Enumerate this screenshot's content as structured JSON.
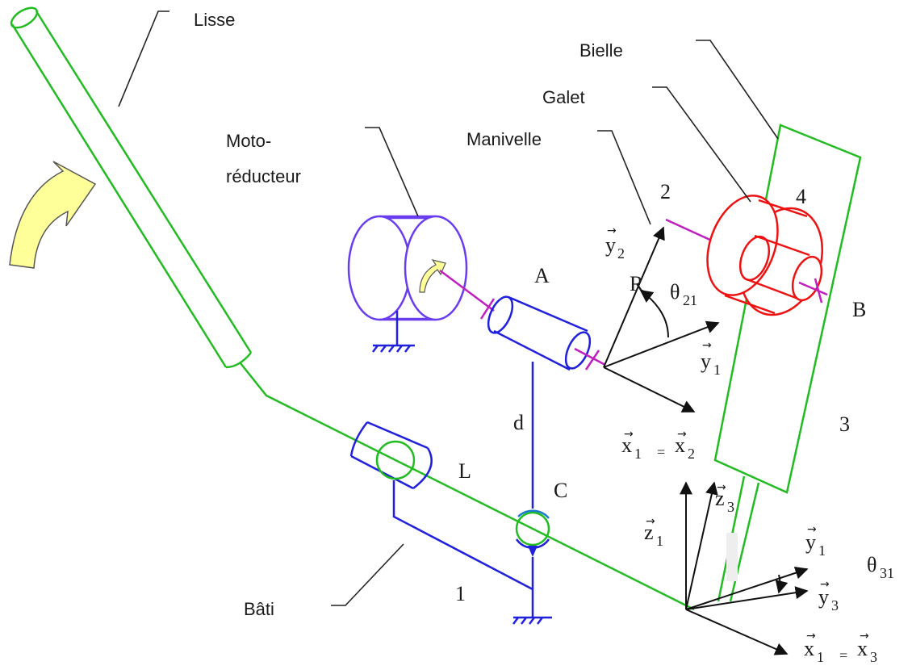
{
  "labels": {
    "lisse": "Lisse",
    "moto_line1": "Moto-",
    "moto_line2": "réducteur",
    "manivelle": "Manivelle",
    "galet": "Galet",
    "bielle": "Bielle",
    "bati": "Bâti"
  },
  "points": {
    "A": "A",
    "B": "B",
    "C": "C",
    "L": "L",
    "R": "R",
    "d": "d"
  },
  "parts": {
    "p1": "1",
    "p2": "2",
    "p3": "3",
    "p4": "4"
  },
  "vectors": {
    "y2": {
      "base": "y",
      "sub": "2"
    },
    "y1_top": {
      "base": "y",
      "sub": "1"
    },
    "x1": {
      "base": "x",
      "sub": "1"
    },
    "x2": {
      "base": "x",
      "sub": "2"
    },
    "z1": {
      "base": "z",
      "sub": "1"
    },
    "z3": {
      "base": "z",
      "sub": "3"
    },
    "y1_bot": {
      "base": "y",
      "sub": "1"
    },
    "y3": {
      "base": "y",
      "sub": "3"
    },
    "x1_bot": {
      "base": "x",
      "sub": "1"
    },
    "x3": {
      "base": "x",
      "sub": "3"
    },
    "equals": "="
  },
  "angles": {
    "theta21": {
      "base": "θ",
      "sub": "21"
    },
    "theta31": {
      "base": "θ",
      "sub": "31"
    }
  },
  "colors": {
    "lisse": "#22bb22",
    "bati": "#2020dd",
    "motoreducteur": "#6a3cf0",
    "galet": "#ee1111",
    "manivelle": "#c020c0",
    "arrow_fill": "#ffff99"
  }
}
